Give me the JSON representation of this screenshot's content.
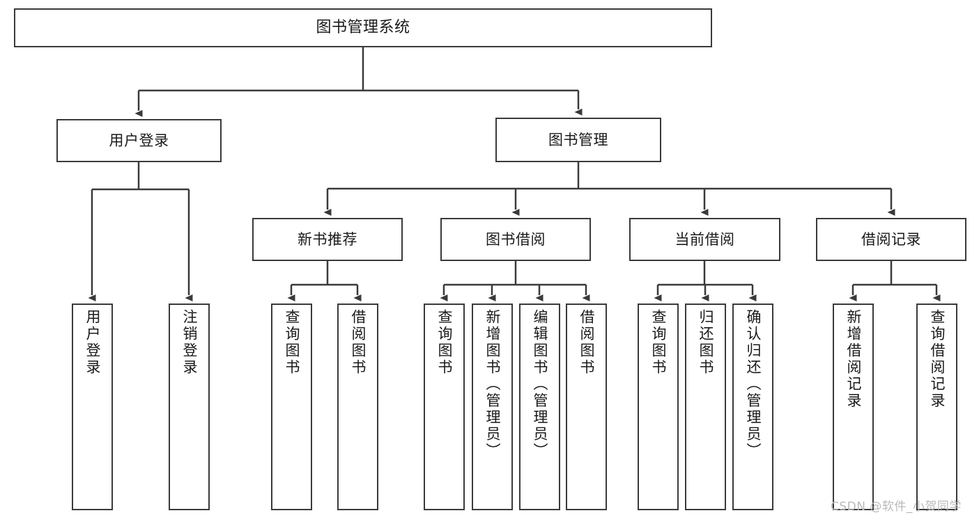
{
  "diagram": {
    "type": "tree-hierarchy-chart",
    "title": "图书管理系统",
    "orientation": "top-down",
    "line_color": "#3a3a3a",
    "box_fill": "#ffffff",
    "text_color": "#1a1a1a",
    "levels": 4,
    "root": {
      "label": "图书管理系统"
    },
    "level2": [
      {
        "label": "用户登录"
      },
      {
        "label": "图书管理"
      }
    ],
    "level3": [
      {
        "label": "新书推荐"
      },
      {
        "label": "图书借阅"
      },
      {
        "label": "当前借阅"
      },
      {
        "label": "借阅记录"
      }
    ],
    "leaves": {
      "user_login": [
        {
          "label": "用户登录"
        },
        {
          "label": "注销登录"
        }
      ],
      "new_book_recommend": [
        {
          "label": "查询图书"
        },
        {
          "label": "借阅图书"
        }
      ],
      "book_borrow": [
        {
          "label": "查询图书"
        },
        {
          "label": "新增图书（管理员）"
        },
        {
          "label": "编辑图书（管理员）"
        },
        {
          "label": "借阅图书"
        }
      ],
      "current_borrow": [
        {
          "label": "查询图书"
        },
        {
          "label": "归还图书"
        },
        {
          "label": "确认归还（管理员）"
        }
      ],
      "borrow_record": [
        {
          "label": "新增借阅记录"
        },
        {
          "label": "查询借阅记录"
        }
      ]
    }
  },
  "watermark": {
    "text": "CSDN @软件_小贺同学"
  },
  "chart_data": {
    "type": "table",
    "title": "图书管理系统",
    "nodes": [
      {
        "id": "root",
        "label": "图书管理系统",
        "level": 1,
        "parent": null
      },
      {
        "id": "n2a",
        "label": "用户登录",
        "level": 2,
        "parent": "root"
      },
      {
        "id": "n2b",
        "label": "图书管理",
        "level": 2,
        "parent": "root"
      },
      {
        "id": "n3a",
        "label": "新书推荐",
        "level": 3,
        "parent": "n2b"
      },
      {
        "id": "n3b",
        "label": "图书借阅",
        "level": 3,
        "parent": "n2b"
      },
      {
        "id": "n3c",
        "label": "当前借阅",
        "level": 3,
        "parent": "n2b"
      },
      {
        "id": "n3d",
        "label": "借阅记录",
        "level": 3,
        "parent": "n2b"
      },
      {
        "id": "l1",
        "label": "用户登录",
        "level": 3,
        "parent": "n2a"
      },
      {
        "id": "l2",
        "label": "注销登录",
        "level": 3,
        "parent": "n2a"
      },
      {
        "id": "l3",
        "label": "查询图书",
        "level": 4,
        "parent": "n3a"
      },
      {
        "id": "l4",
        "label": "借阅图书",
        "level": 4,
        "parent": "n3a"
      },
      {
        "id": "l5",
        "label": "查询图书",
        "level": 4,
        "parent": "n3b"
      },
      {
        "id": "l6",
        "label": "新增图书（管理员）",
        "level": 4,
        "parent": "n3b"
      },
      {
        "id": "l7",
        "label": "编辑图书（管理员）",
        "level": 4,
        "parent": "n3b"
      },
      {
        "id": "l8",
        "label": "借阅图书",
        "level": 4,
        "parent": "n3b"
      },
      {
        "id": "l9",
        "label": "查询图书",
        "level": 4,
        "parent": "n3c"
      },
      {
        "id": "l10",
        "label": "归还图书",
        "level": 4,
        "parent": "n3c"
      },
      {
        "id": "l11",
        "label": "确认归还（管理员）",
        "level": 4,
        "parent": "n3c"
      },
      {
        "id": "l12",
        "label": "新增借阅记录",
        "level": 4,
        "parent": "n3d"
      },
      {
        "id": "l13",
        "label": "查询借阅记录",
        "level": 4,
        "parent": "n3d"
      }
    ]
  }
}
